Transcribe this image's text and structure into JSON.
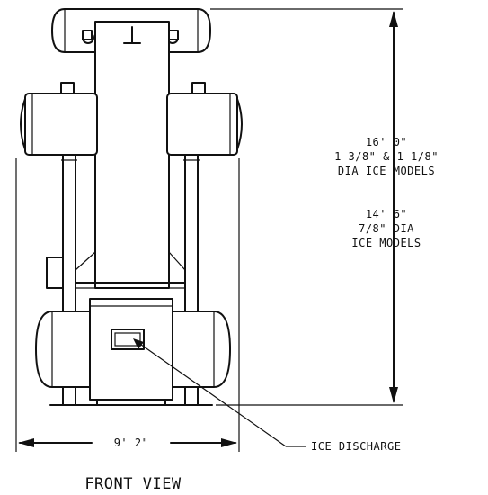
{
  "drawing": {
    "height_dim": {
      "line1": "16' 0\"",
      "line2": "1 3/8\" & 1 1/8\"",
      "line3": "DIA  ICE MODELS",
      "line4": "14' 6\"",
      "line5": "7/8\" DIA",
      "line6": "ICE MODELS"
    },
    "width_dim": "9' 2\"",
    "callout_ice_discharge": "ICE DISCHARGE",
    "view_title": "FRONT VIEW",
    "colors": {
      "ink": "#111111",
      "paper": "#ffffff"
    }
  }
}
